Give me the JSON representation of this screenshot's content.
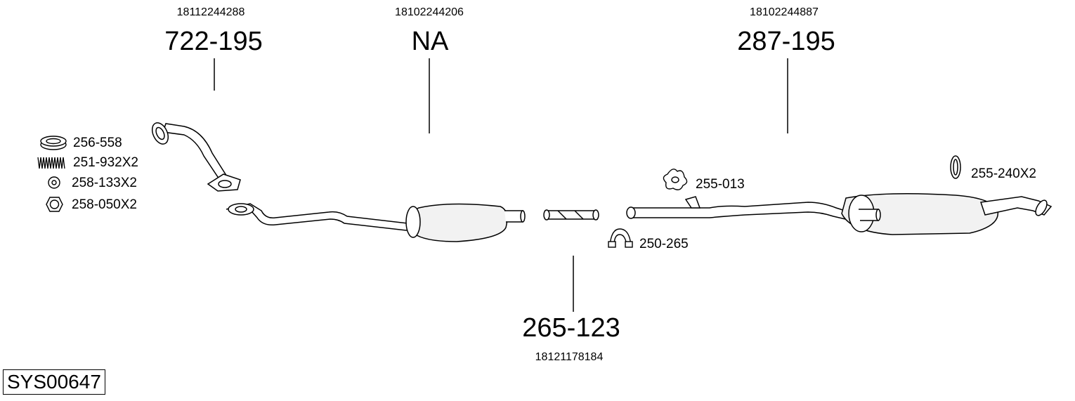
{
  "system_code": "SYS00647",
  "parts": [
    {
      "part_number": "722-195",
      "reference": "18112244288"
    },
    {
      "part_number": "NA",
      "reference": "18102244206"
    },
    {
      "part_number": "287-195",
      "reference": "18102244887"
    },
    {
      "part_number": "265-123",
      "reference": "18121178184"
    }
  ],
  "accessories": [
    {
      "label": "256-558",
      "icon": "gasket-ring-icon"
    },
    {
      "label": "251-932X2",
      "icon": "spring-icon"
    },
    {
      "label": "258-133X2",
      "icon": "washer-icon"
    },
    {
      "label": "258-050X2",
      "icon": "hex-nut-icon"
    },
    {
      "label": "255-013",
      "icon": "rubber-mount-icon"
    },
    {
      "label": "250-265",
      "icon": "clamp-icon"
    },
    {
      "label": "255-240X2",
      "icon": "rubber-ring-icon"
    }
  ],
  "colors": {
    "line": "#000000",
    "background": "#ffffff",
    "fill": "#f2f2f2"
  }
}
